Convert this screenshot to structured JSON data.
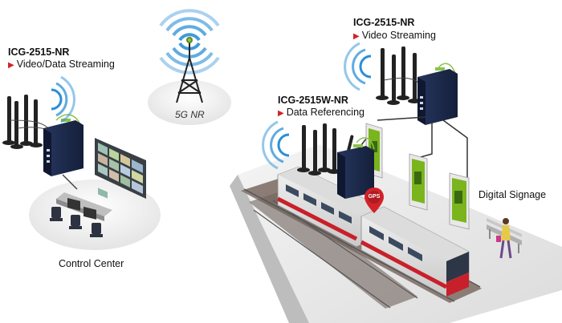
{
  "labels": {
    "left_device_model": "ICG-2515-NR",
    "left_device_function": "Video/Data Streaming",
    "right_device_model": "ICG-2515-NR",
    "right_device_function": "Video Streaming",
    "train_device_model": "ICG-2515W-NR",
    "train_device_function": "Data Referencing",
    "tower_caption": "5G NR",
    "control_center_caption": "Control Center",
    "digital_signage_caption": "Digital Signage",
    "gps_badge": "GPS"
  },
  "colors": {
    "accent_red": "#d2232a",
    "device_navy": "#1d2b4f",
    "signal_blue": "#2a8fd6",
    "signage_green": "#7ab51d",
    "train_red": "#c8202a"
  },
  "icons": [
    "signal-wave-icon",
    "cell-tower-icon",
    "triangle-bullet-icon",
    "gps-pin-icon"
  ]
}
